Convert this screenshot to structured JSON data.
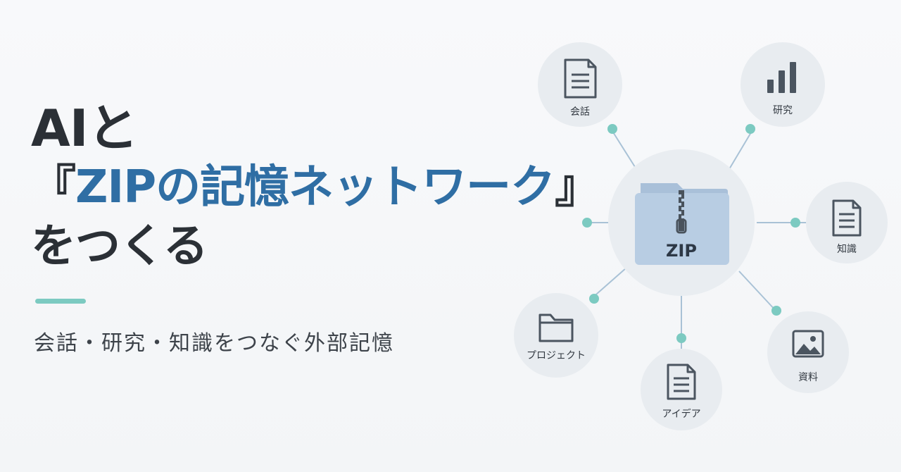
{
  "headline": {
    "line1": "AIと",
    "line2_open": "『",
    "line2_accent": "ZIPの記憶ネットワーク",
    "line2_close": "』",
    "line3": "をつくる"
  },
  "subtitle": "会話・研究・知識をつなぐ外部記憶",
  "colors": {
    "accent_blue": "#2f6ea4",
    "teal": "#7ccac1",
    "text_dark": "#2b3036",
    "node_bg": "#e8ecf0",
    "folder": "#b8cde3"
  },
  "hub": {
    "label": "ZIP",
    "icon": "zip-folder-icon"
  },
  "nodes": [
    {
      "id": "conversation",
      "label": "会話",
      "icon": "document-icon"
    },
    {
      "id": "research",
      "label": "研究",
      "icon": "bar-chart-icon"
    },
    {
      "id": "knowledge",
      "label": "知識",
      "icon": "document-icon"
    },
    {
      "id": "materials",
      "label": "資料",
      "icon": "image-icon"
    },
    {
      "id": "idea",
      "label": "アイデア",
      "icon": "document-icon"
    },
    {
      "id": "project",
      "label": "プロジェクト",
      "icon": "folder-icon"
    }
  ]
}
